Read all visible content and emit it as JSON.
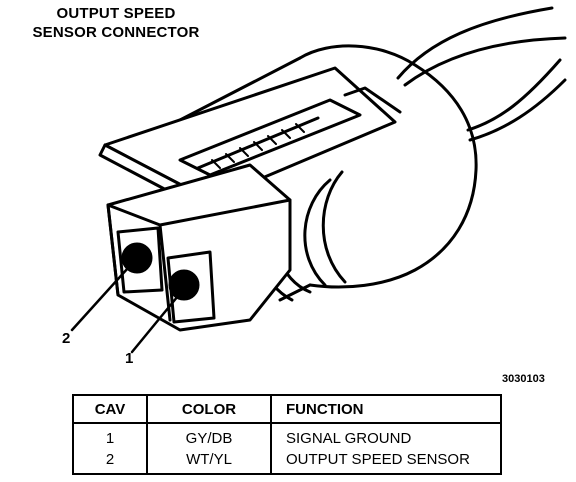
{
  "title": {
    "line1": "OUTPUT SPEED",
    "line2": "SENSOR CONNECTOR"
  },
  "callouts": {
    "pin2": "2",
    "pin1": "1"
  },
  "figure_id": "3030103",
  "table": {
    "headers": {
      "cav": "CAV",
      "color": "COLOR",
      "function": "FUNCTION"
    },
    "rows": [
      {
        "cav": "1",
        "color": "GY/DB",
        "function": "SIGNAL GROUND"
      },
      {
        "cav": "2",
        "color": "WT/YL",
        "function": "OUTPUT SPEED SENSOR"
      }
    ]
  }
}
